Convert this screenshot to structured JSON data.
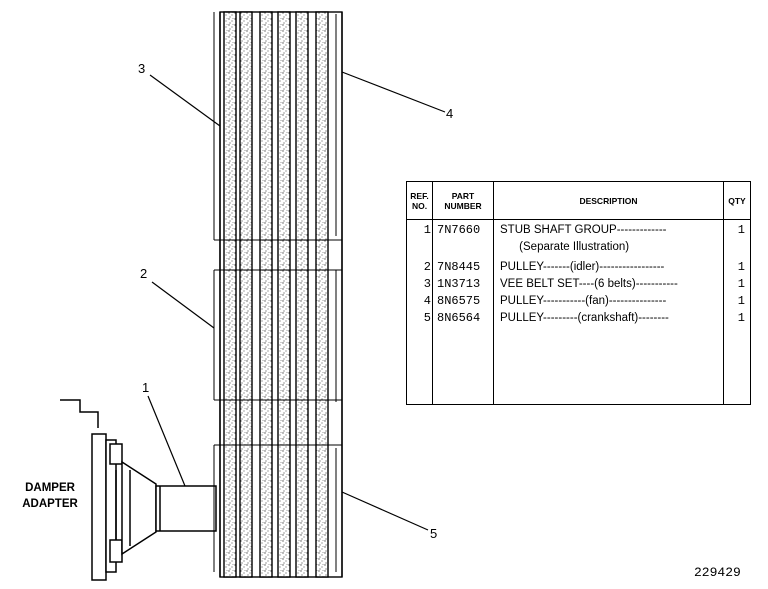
{
  "table": {
    "headers": {
      "ref": "REF. NO.",
      "part": "PART NUMBER",
      "desc": "DESCRIPTION",
      "qty": "QTY"
    },
    "rows": [
      {
        "ref": "1",
        "part": "7N7660",
        "desc": "STUB SHAFT GROUP-------------",
        "qty": "1"
      },
      {
        "ref": "",
        "part": "",
        "desc": "      (Separate Illustration)",
        "qty": ""
      },
      {
        "ref": "2",
        "part": "7N8445",
        "desc": "PULLEY-------(idler)-----------------",
        "qty": "1"
      },
      {
        "ref": "3",
        "part": "1N3713",
        "desc": "VEE BELT SET----(6 belts)-----------",
        "qty": "1"
      },
      {
        "ref": "4",
        "part": "8N6575",
        "desc": "PULLEY-----------(fan)---------------",
        "qty": "1"
      },
      {
        "ref": "5",
        "part": "8N6564",
        "desc": "PULLEY---------(crankshaft)--------",
        "qty": "1"
      }
    ]
  },
  "callouts": {
    "c1": "1",
    "c2": "2",
    "c3": "3",
    "c4": "4",
    "c5": "5"
  },
  "labels": {
    "damper_line1": "DAMPER",
    "damper_line2": "ADAPTER"
  },
  "drawing_number": "229429"
}
